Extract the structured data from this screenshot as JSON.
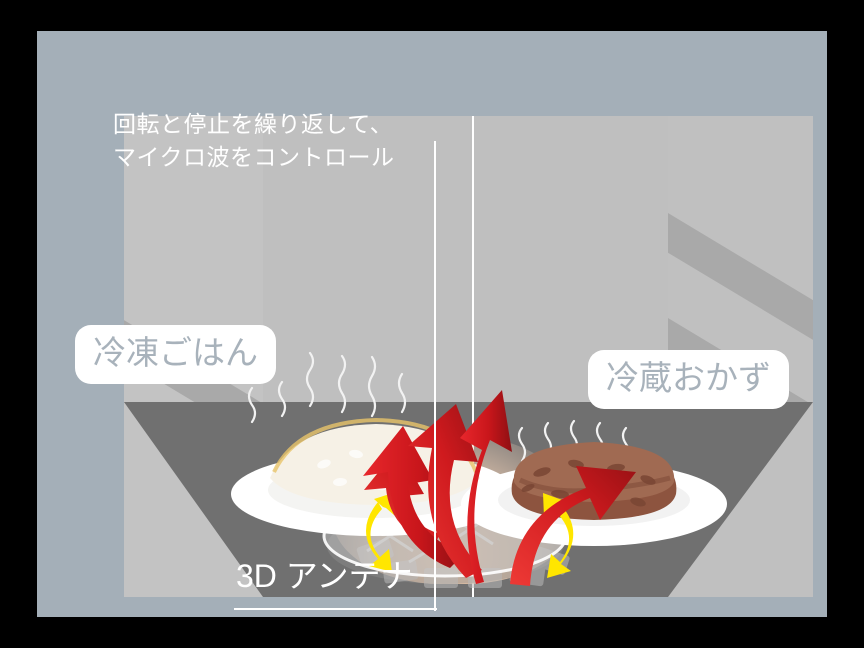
{
  "scene": {
    "title": "microwave-oven-3d-antenna-illustration",
    "colors": {
      "frame": "#a4afb8",
      "rear_wall": "#bfbfbf",
      "side_wall": "#c3c3c3",
      "stripe": "#a9a9a9",
      "floor": "#707070",
      "indicator_dot": "#14a0e6",
      "arrow_microwave": "#d0191e",
      "arrow_rotation": "#ffe600",
      "pill_text": "#a8b2bb",
      "caption_text": "#ffffff",
      "plate": "#ffffff",
      "rice": "#f6f1e6",
      "patty": "#9a5f4b"
    }
  },
  "captions": {
    "top_note": "回転と停止を繰り返して、\nマイクロ波をコントロール",
    "antenna_label": "3D アンテナ"
  },
  "labels": {
    "left_pill": "冷凍ごはん",
    "right_pill": "冷蔵おかず"
  },
  "elements": {
    "indicator_dot_name": "blue-indicator-dot",
    "microwave_arrows_count": 4,
    "rotation_arrows_count": 2,
    "steam_groups": 2,
    "dishes": [
      {
        "name": "frozen-rice-plate",
        "label": "冷凍ごはん"
      },
      {
        "name": "chilled-side-dish-plate",
        "label": "冷蔵おかず"
      }
    ]
  }
}
